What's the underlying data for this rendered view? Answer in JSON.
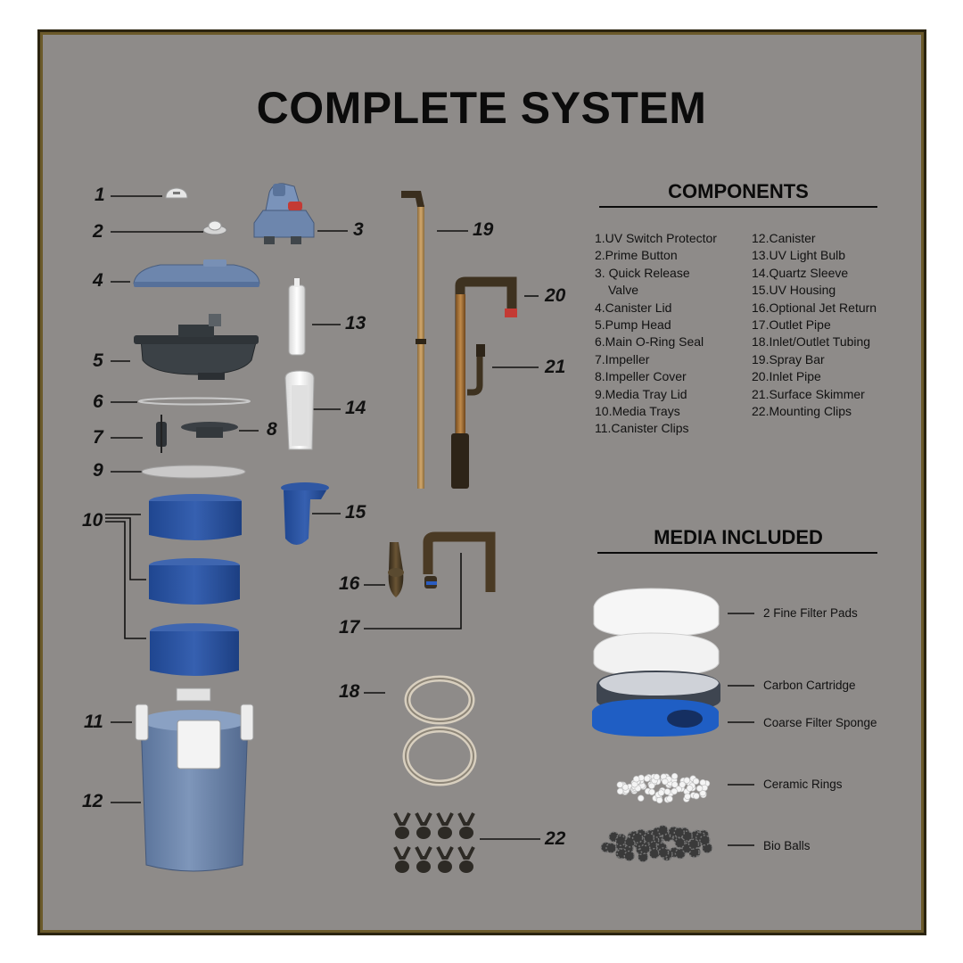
{
  "title": "COMPLETE SYSTEM",
  "components": {
    "title": "COMPONENTS",
    "col1": [
      "1.UV Switch Protector",
      "2.Prime Button",
      "3. Quick Release",
      "    Valve",
      "4.Canister Lid",
      "5.Pump Head",
      "6.Main O-Ring Seal",
      "7.Impeller",
      "8.Impeller Cover",
      "9.Media Tray Lid",
      "10.Media Trays",
      "11.Canister Clips"
    ],
    "col2": [
      "12.Canister",
      "13.UV Light Bulb",
      "14.Quartz Sleeve",
      "15.UV Housing",
      "16.Optional Jet Return",
      "17.Outlet Pipe",
      "18.Inlet/Outlet Tubing",
      "19.Spray Bar",
      "20.Inlet Pipe",
      "21.Surface Skimmer",
      "22.Mounting Clips"
    ]
  },
  "media": {
    "title": "MEDIA INCLUDED",
    "items": [
      "2 Fine Filter Pads",
      "Carbon Cartridge",
      "Coarse Filter Sponge",
      "Ceramic Rings",
      "Bio Balls"
    ]
  },
  "callouts": [
    "1",
    "2",
    "3",
    "4",
    "5",
    "6",
    "7",
    "8",
    "9",
    "10",
    "11",
    "12",
    "13",
    "14",
    "15",
    "16",
    "17",
    "18",
    "19",
    "20",
    "21",
    "22"
  ],
  "colors": {
    "background": "#8e8b89",
    "frame": "#2b2410",
    "part_blue": "#6f87ab",
    "tray_blue": "#2f57a3",
    "pump_dark": "#3d4347",
    "pipe_brown": "#4a3a24",
    "tube_gold": "#b08a55"
  }
}
